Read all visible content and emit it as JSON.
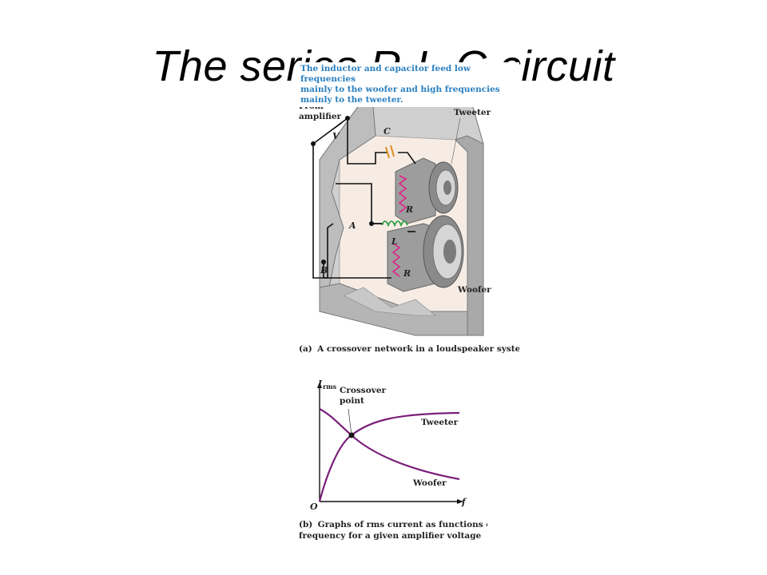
{
  "slide": {
    "title": "The series R-L-C circuit"
  },
  "figure_a": {
    "note_line1": "The inductor and capacitor feed low frequencies",
    "note_line2": "mainly to the woofer and high frequencies",
    "note_line3": "mainly to the tweeter.",
    "from_label_1": "From",
    "from_label_2": "amplifier",
    "v_label": "V",
    "c_label": "C",
    "a_label": "A",
    "b_label": "B",
    "l_label": "L",
    "r_top_label": "R",
    "r_bottom_label": "R",
    "tweeter_label": "Tweeter",
    "woofer_label": "Woofer",
    "caption_tag": "(a)",
    "caption_text": "A crossover network in a loudspeaker system",
    "colors": {
      "resistor": "#e0218a",
      "inductor": "#2ea043",
      "capacitor": "#e08a1e",
      "note_text": "#2a7fc0",
      "cabinet_inside": "#f6ece4"
    }
  },
  "figure_b": {
    "y_label_main": "I",
    "y_label_sub": "rms",
    "x_label": "f",
    "origin_label": "O",
    "crossover_1": "Crossover",
    "crossover_2": "point",
    "tweeter_label": "Tweeter",
    "woofer_label": "Woofer",
    "caption_tag": "(b)",
    "caption_line1": "Graphs of rms current as functions of",
    "caption_line2": "frequency for a given amplifier voltage",
    "curve_color": "#7a1f7a"
  }
}
